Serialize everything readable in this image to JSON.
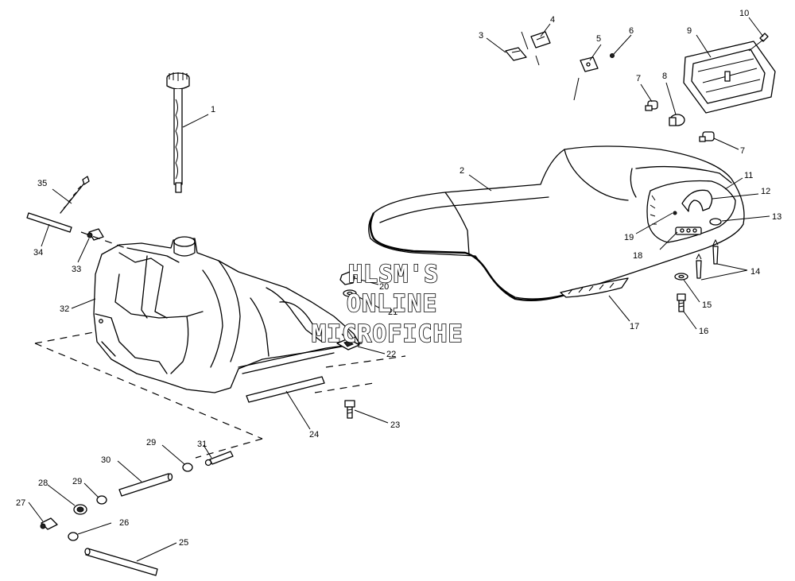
{
  "watermark": {
    "line1": "HLSM'S",
    "line2": "ONLINE",
    "line3": "MICROFICHE"
  },
  "callouts": [
    "1",
    "2",
    "3",
    "4",
    "5",
    "6",
    "7",
    "8",
    "9",
    "10",
    "11",
    "12",
    "13",
    "14",
    "15",
    "16",
    "17",
    "18",
    "19",
    "20",
    "21",
    "22",
    "23",
    "24",
    "25",
    "26",
    "27",
    "28",
    "29",
    "30",
    "31",
    "32",
    "33",
    "34",
    "35"
  ],
  "callout_repeats": {
    "seven_b": "7",
    "twenty_nine_b": "29"
  }
}
